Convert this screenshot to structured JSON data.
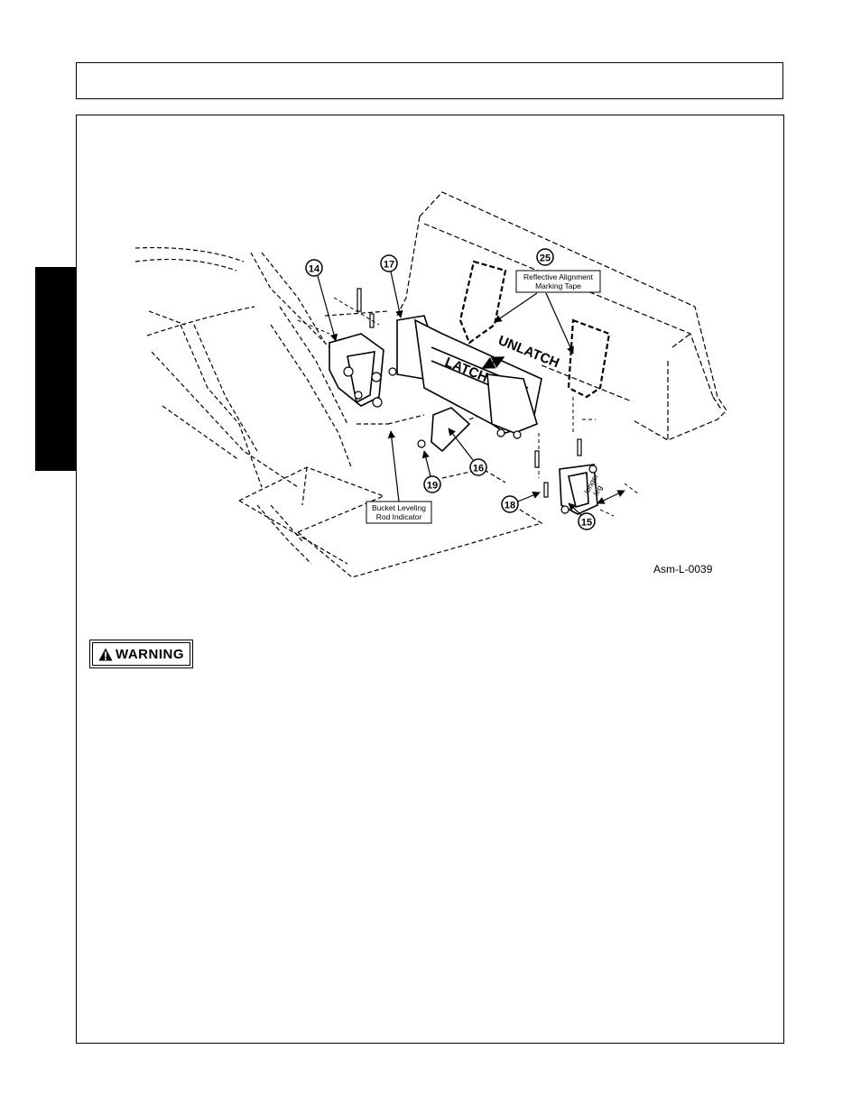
{
  "figure": {
    "callouts": [
      "14",
      "17",
      "25",
      "16",
      "19",
      "18",
      "15"
    ],
    "labels": {
      "reflective_tape_line1": "Reflective Alignment",
      "reflective_tape_line2": "Marking Tape",
      "bucket_leveling_line1": "Bucket Leveling",
      "bucket_leveling_line2": "Rod Indicator",
      "latch": "LATCH",
      "unlatch": "UNLATCH",
      "longer_leg_line1": "longer",
      "longer_leg_line2": "leg",
      "figure_id": "Asm-L-0039"
    }
  },
  "warning": {
    "label": "WARNING",
    "icon": "warning-triangle-icon"
  }
}
